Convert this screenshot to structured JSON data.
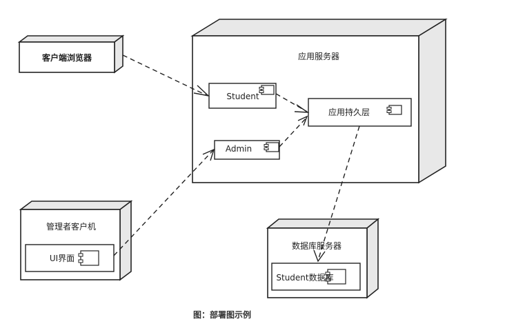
{
  "nodes": {
    "client_browser": {
      "label": "客户端浏览器"
    },
    "app_server": {
      "label": "应用服务器"
    },
    "admin_client": {
      "label": "管理者客户机"
    },
    "db_server": {
      "label": "数据库服务器"
    }
  },
  "components": {
    "student": {
      "label": "Student"
    },
    "admin": {
      "label": "Admin"
    },
    "persistence": {
      "label": "应用持久层"
    },
    "ui": {
      "label": "UI界面"
    },
    "student_db": {
      "label": "Student数据库"
    }
  },
  "caption": "图：部署图示例"
}
